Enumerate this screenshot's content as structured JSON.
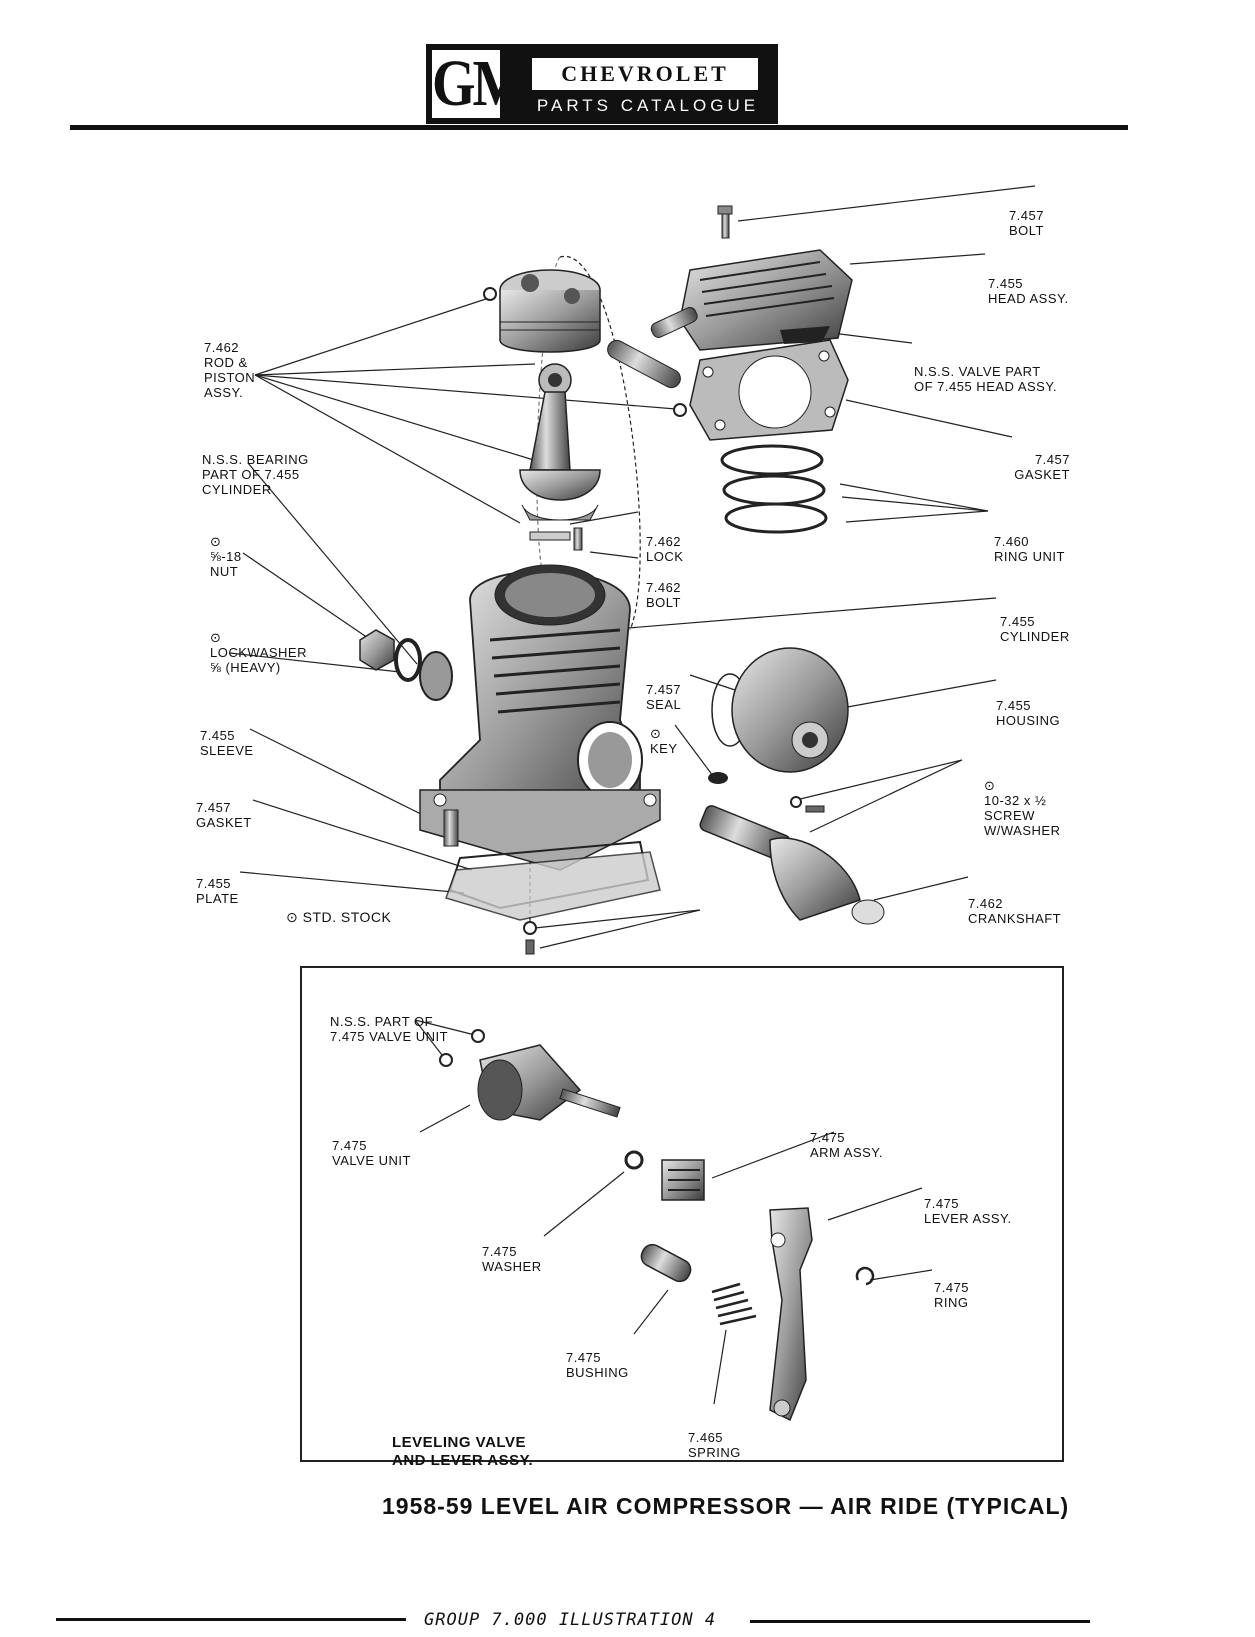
{
  "header": {
    "logo": "GM",
    "brand": "CHEVROLET",
    "subtitle": "PARTS CATALOGUE"
  },
  "labels": {
    "bolt_top": [
      "7.457",
      "BOLT"
    ],
    "head_assy": [
      "7.455",
      "HEAD ASSY."
    ],
    "valve_part": [
      "N.S.S. VALVE PART",
      "OF 7.455 HEAD ASSY."
    ],
    "gasket_top": [
      "7.457",
      "GASKET"
    ],
    "ring_unit": [
      "7.460",
      "RING UNIT"
    ],
    "cylinder": [
      "7.455",
      "CYLINDER"
    ],
    "housing": [
      "7.455",
      "HOUSING"
    ],
    "screw": [
      "⊙",
      "10-32 x ½",
      "SCREW",
      "W/WASHER"
    ],
    "crankshaft": [
      "7.462",
      "CRANKSHAFT"
    ],
    "rod_piston": [
      "7.462",
      "ROD &",
      "PISTON",
      "ASSY."
    ],
    "bearing": [
      "N.S.S. BEARING",
      "PART OF 7.455",
      "CYLINDER"
    ],
    "nut": [
      "⊙",
      "⅝-18",
      "NUT"
    ],
    "lockwasher": [
      "⊙",
      "LOCKWASHER",
      "⅝ (HEAVY)"
    ],
    "sleeve": [
      "7.455",
      "SLEEVE"
    ],
    "gasket_bottom": [
      "7.457",
      "GASKET"
    ],
    "plate": [
      "7.455",
      "PLATE"
    ],
    "std_stock": "⊙ STD. STOCK",
    "lock": [
      "7.462",
      "LOCK"
    ],
    "bolt_mid": [
      "7.462",
      "BOLT"
    ],
    "seal": [
      "7.457",
      "SEAL"
    ],
    "key": [
      "⊙",
      "KEY"
    ]
  },
  "inset": {
    "nss_valve": [
      "N.S.S. PART OF",
      "7.475 VALVE UNIT"
    ],
    "valve_unit": [
      "7.475",
      "VALVE UNIT"
    ],
    "arm_assy": [
      "7.475",
      "ARM ASSY."
    ],
    "lever_assy": [
      "7.475",
      "LEVER ASSY."
    ],
    "washer": [
      "7.475",
      "WASHER"
    ],
    "ring": [
      "7.475",
      "RING"
    ],
    "bushing": [
      "7.475",
      "BUSHING"
    ],
    "spring": [
      "7.465",
      "SPRING"
    ],
    "title": [
      "LEVELING VALVE",
      "AND LEVER ASSY."
    ]
  },
  "caption": "1958-59 LEVEL AIR COMPRESSOR — AIR RIDE (TYPICAL)",
  "footer": "GROUP 7.000 ILLUSTRATION 4"
}
